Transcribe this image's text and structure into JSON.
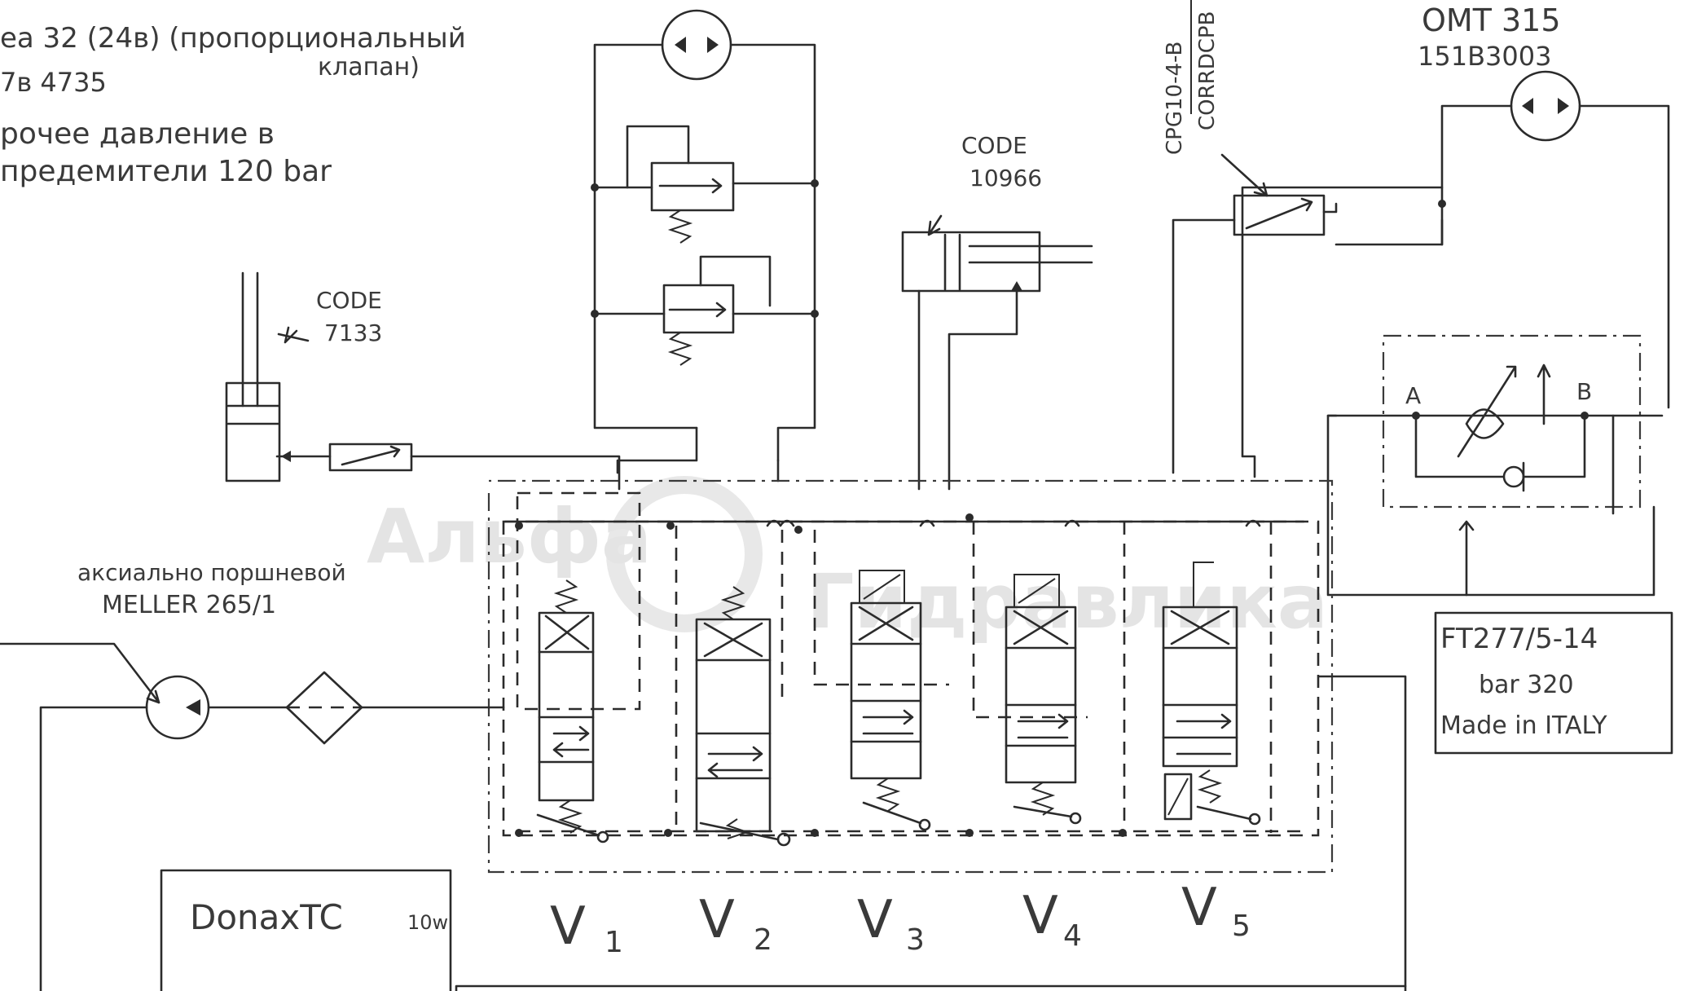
{
  "notes": {
    "line1": "ea 32  (24в) (пропорциональный",
    "line1b": "клапан)",
    "line2": "7в 4735",
    "line3": "рочее давление в",
    "line4": "предемители  120 bar"
  },
  "labels": {
    "cylinder1_code_label": "CODE",
    "cylinder1_code": "7133",
    "cylinder2_code_label": "CODE",
    "cylinder2_code": "10966",
    "motor_model": "OMT 315",
    "motor_part": "151B3003",
    "throttle_code_1": "CPG10-4-B",
    "throttle_code_2": "CORRDCPB",
    "pump_desc": "аксиально поршневой",
    "pump_model": "MELLER  265/1",
    "valve_block_code": "FT277/5-14",
    "valve_block_pressure": "bar 320",
    "valve_block_origin": "Made in ITALY",
    "port_a": "A",
    "port_b": "B",
    "oil_brand": "DonaxTC",
    "oil_grade": "10w"
  },
  "sections": [
    "V1",
    "V2",
    "V3",
    "V4",
    "V5"
  ],
  "section_labels": [
    {
      "letter": "V",
      "index": "1"
    },
    {
      "letter": "V",
      "index": "2"
    },
    {
      "letter": "V",
      "index": "3"
    },
    {
      "letter": "V",
      "index": "4"
    },
    {
      "letter": "V",
      "index": "5"
    }
  ],
  "watermark": {
    "line1": "Альфа",
    "line2": "Гидравлика"
  }
}
